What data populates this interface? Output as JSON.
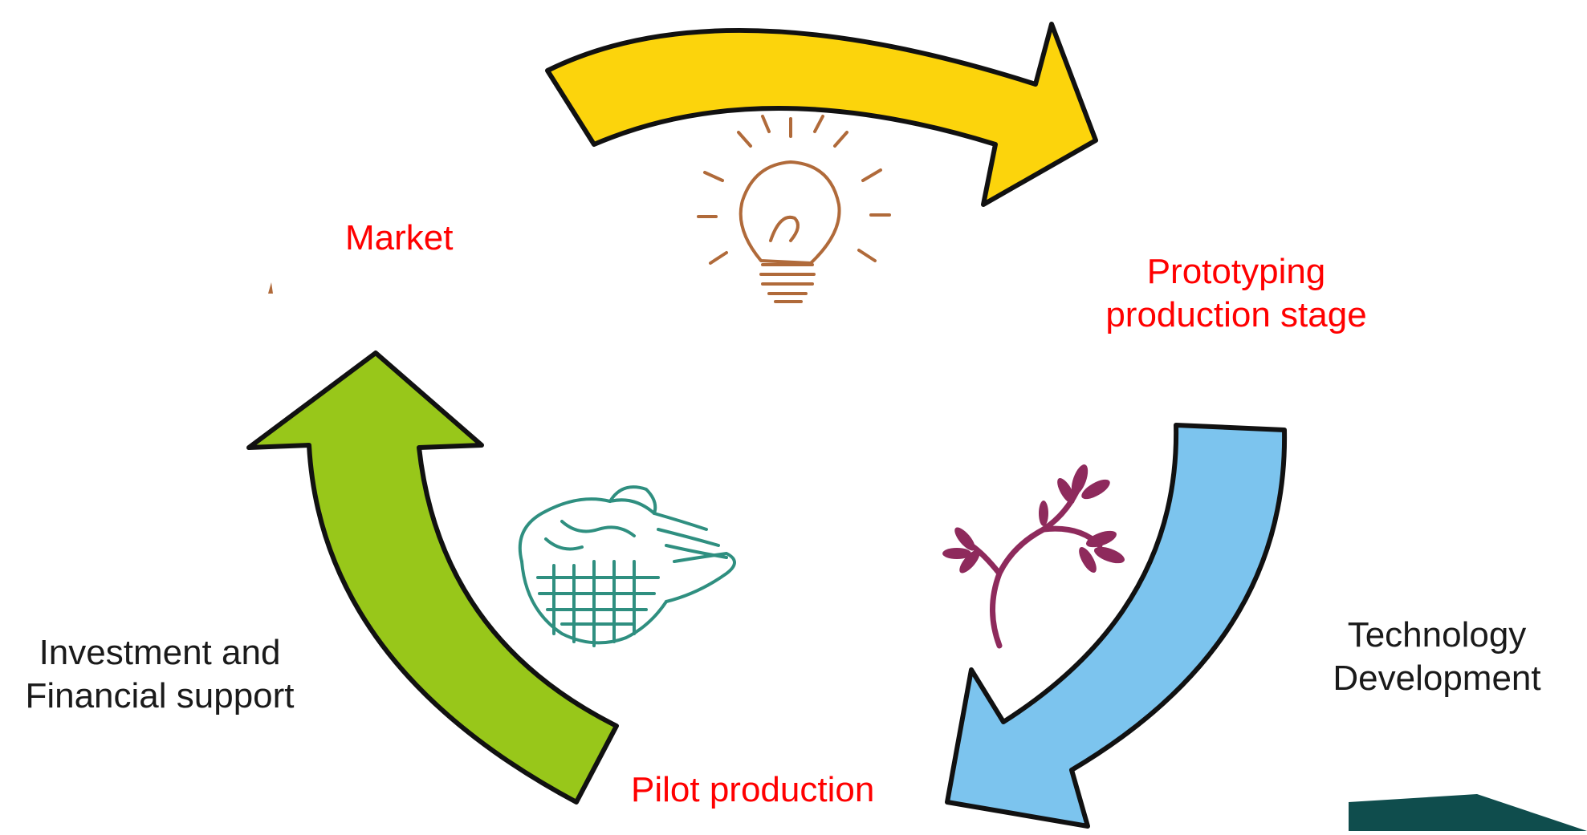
{
  "colors": {
    "stage_label": "#ff0000",
    "side_label": "#1a1a1a",
    "arrow_top": "#fcd40c",
    "arrow_right": "#7cc4ee",
    "arrow_left": "#98c71a",
    "outline": "#111111",
    "bulb": "#b06a3a",
    "plant": "#8e2a5c",
    "hands": "#2f8f80",
    "corner_shape": "#0f4d4d"
  },
  "icons": {
    "top": "light-bulb-icon",
    "right": "sprouting-plant-icon",
    "left": "cupped-hands-icon"
  },
  "stages": {
    "market": "Market",
    "prototyping_line1": "Prototyping",
    "prototyping_line2": "production stage",
    "pilot": "Pilot production"
  },
  "sides": {
    "technology_line1": "Technology",
    "technology_line2": "Development",
    "investment_line1": "Investment and",
    "investment_line2": "Financial support"
  }
}
